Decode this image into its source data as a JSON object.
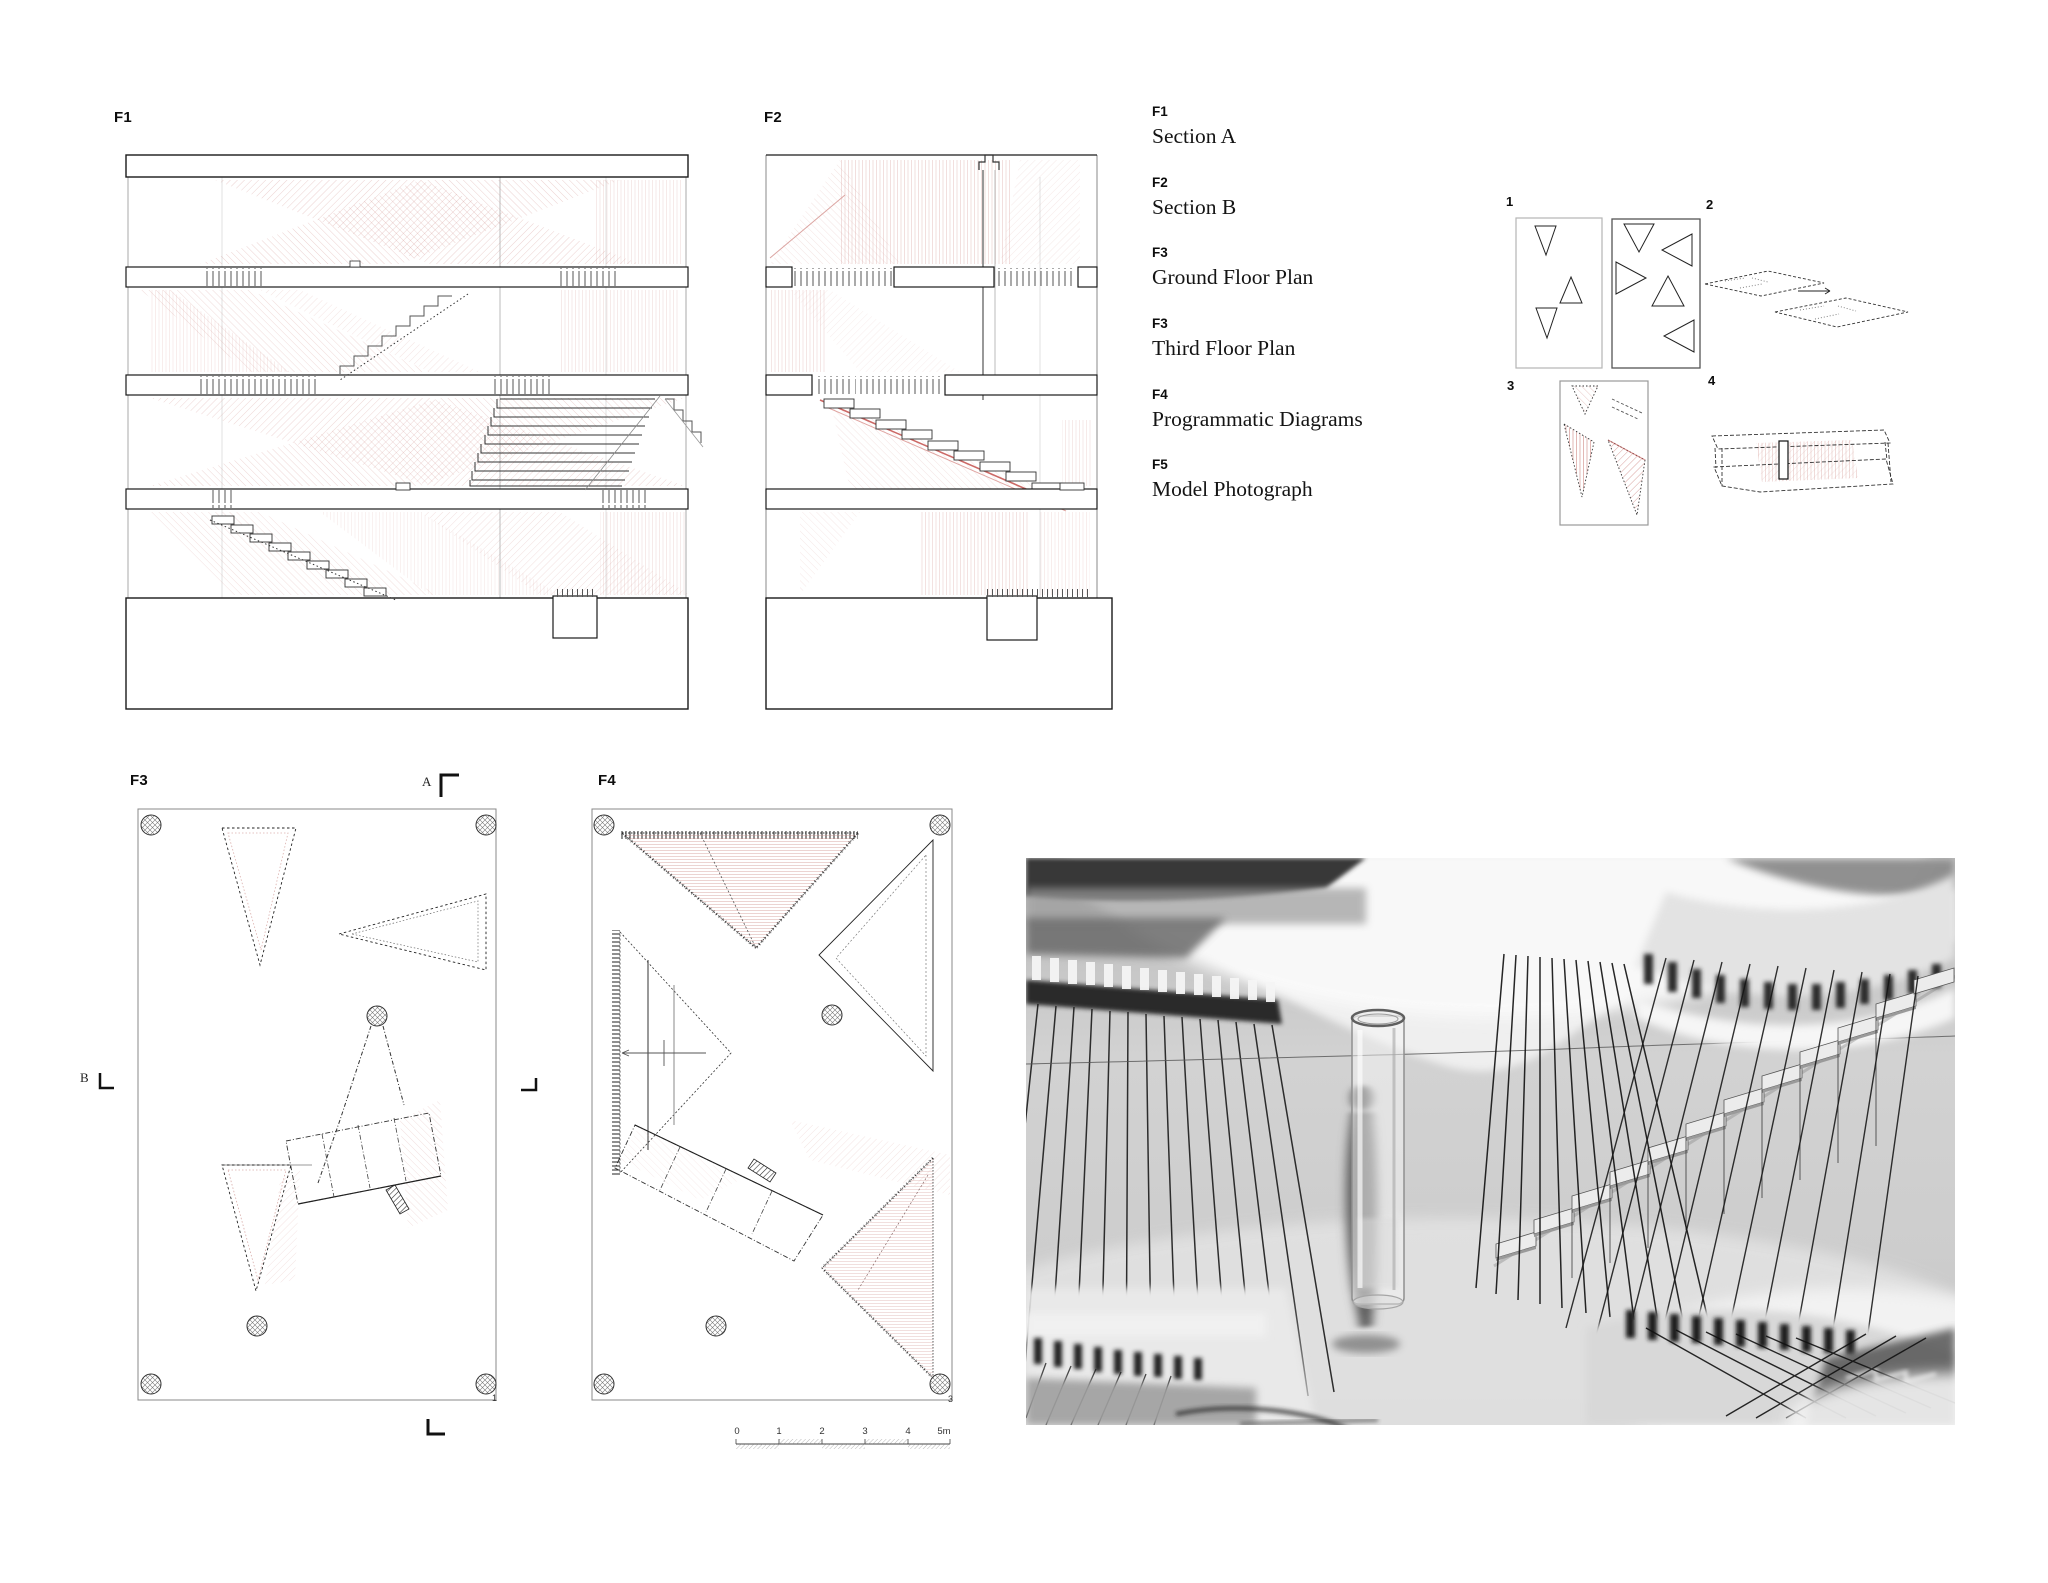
{
  "figure_labels": {
    "f1": "F1",
    "f2": "F2",
    "f3": "F3",
    "f4": "F4"
  },
  "legend": {
    "items": [
      {
        "code": "F1",
        "label": "Section A"
      },
      {
        "code": "F2",
        "label": "Section B"
      },
      {
        "code": "F3",
        "label": "Ground Floor Plan"
      },
      {
        "code": "F3",
        "label": "Third  Floor Plan"
      },
      {
        "code": "F4",
        "label": "Programmatic Diagrams"
      },
      {
        "code": "F5",
        "label": "Model Photograph"
      }
    ]
  },
  "diagram_numbers": {
    "d1": "1",
    "d2": "2",
    "d3": "3",
    "d4": "4"
  },
  "section_markers": {
    "a": "A",
    "b": "B"
  },
  "plan_grid_numbers": {
    "f3_plan": "1",
    "f4_plan": "3"
  },
  "scale_bar": {
    "labels": [
      "0",
      "1",
      "2",
      "3",
      "4",
      "5m"
    ]
  },
  "colors": {
    "hatch_pink": "#cf8d89",
    "ink": "#1a1a1a",
    "muted_line": "#888888",
    "photo_bg": "#cccccc"
  }
}
